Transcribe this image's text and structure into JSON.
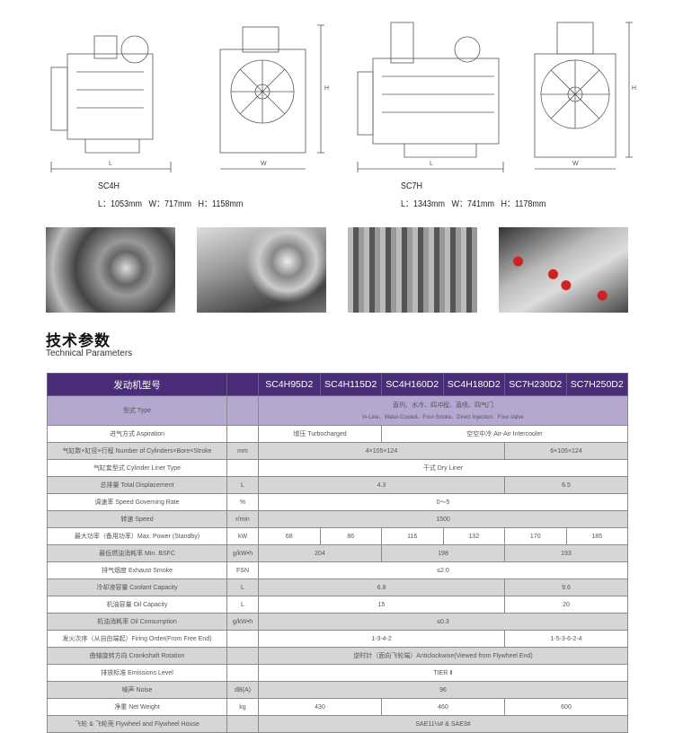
{
  "engines": [
    {
      "model": "SC4H",
      "dims": "L：1053mm   W：717mm   H：1158mm",
      "labels": {
        "l": "L",
        "w": "W",
        "h": "H"
      }
    },
    {
      "model": "SC7H",
      "dims": "L：1343mm   W：741mm   H：1178mm",
      "labels": {
        "l": "L",
        "w": "W",
        "h": "H"
      }
    }
  ],
  "section": {
    "title_cn": "技术参数",
    "title_en": "Technical Parameters"
  },
  "colors": {
    "header": "#4a2d78",
    "type_row": "#b4a8d0",
    "gray_row": "#d6d6d6"
  },
  "table": {
    "header": {
      "label": "发动机型号",
      "models": [
        "SC4H95D2",
        "SC4H115D2",
        "SC4H160D2",
        "SC4H180D2",
        "SC7H230D2",
        "SC7H250D2"
      ]
    },
    "type_row": {
      "label": "型式 Type",
      "value_cn": "直列、水冷、四冲程、直喷、四气门",
      "value_en": "In-Line、Water-Cooled、Four-Stroke、Direct Injection、Four-Valve"
    },
    "rows": [
      {
        "label": "进气方式 Aspiration",
        "unit": "",
        "cells": [
          {
            "t": "增压 Turbocharged",
            "s": 2
          },
          {
            "t": "空空中冷 Air-Air Intercooler",
            "s": 4
          }
        ]
      },
      {
        "label": "气缸数×缸径×行程 Number of Cylinders×Bore×Stroke",
        "unit": "mm",
        "cells": [
          {
            "t": "4×105×124",
            "s": 4
          },
          {
            "t": "6×105×124",
            "s": 2
          }
        ]
      },
      {
        "label": "气缸套型式 Cylinder Liner Type",
        "unit": "",
        "cells": [
          {
            "t": "干式 Dry Liner",
            "s": 6
          }
        ]
      },
      {
        "label": "总排量 Total Displacement",
        "unit": "L",
        "cells": [
          {
            "t": "4.3",
            "s": 4
          },
          {
            "t": "6.5",
            "s": 2
          }
        ]
      },
      {
        "label": "调速率 Speed Governing Rate",
        "unit": "%",
        "cells": [
          {
            "t": "0～5",
            "s": 6
          }
        ]
      },
      {
        "label": "转速 Speed",
        "unit": "r/min",
        "cells": [
          {
            "t": "1500",
            "s": 6
          }
        ]
      },
      {
        "label": "最大功率（备用功率）Max. Power (Standby)",
        "unit": "kW",
        "cells": [
          {
            "t": "68",
            "s": 1
          },
          {
            "t": "86",
            "s": 1
          },
          {
            "t": "116",
            "s": 1
          },
          {
            "t": "132",
            "s": 1
          },
          {
            "t": "170",
            "s": 1
          },
          {
            "t": "185",
            "s": 1
          }
        ]
      },
      {
        "label": "最低燃油消耗率 Min. BSFC",
        "unit": "g/kW•h",
        "cells": [
          {
            "t": "204",
            "s": 2
          },
          {
            "t": "198",
            "s": 2
          },
          {
            "t": "193",
            "s": 2
          }
        ]
      },
      {
        "label": "排气烟度 Exhaust Smoke",
        "unit": "FSN",
        "cells": [
          {
            "t": "≤2.0",
            "s": 6
          }
        ]
      },
      {
        "label": "冷却液容量 Coolant Capacity",
        "unit": "L",
        "cells": [
          {
            "t": "6.8",
            "s": 4
          },
          {
            "t": "9.6",
            "s": 2
          }
        ]
      },
      {
        "label": "机油容量 Oil Capacity",
        "unit": "L",
        "cells": [
          {
            "t": "15",
            "s": 4
          },
          {
            "t": "20",
            "s": 2
          }
        ]
      },
      {
        "label": "机油消耗率 Oil Consumption",
        "unit": "g/kW•h",
        "cells": [
          {
            "t": "≤0.3",
            "s": 6
          }
        ]
      },
      {
        "label": "发火次序（从自由端起）Firing Order(From Free End)",
        "unit": "",
        "cells": [
          {
            "t": "1-3-4-2",
            "s": 4
          },
          {
            "t": "1-5-3-6-2-4",
            "s": 2
          }
        ]
      },
      {
        "label": "曲轴旋转方向 Crankshaft Rotation",
        "unit": "",
        "cells": [
          {
            "t": "逆时针（面向飞轮端）Anticlockwise(Viewed from Flywheel End)",
            "s": 6
          }
        ]
      },
      {
        "label": "排放标准 Emissions Level",
        "unit": "",
        "cells": [
          {
            "t": "TIER Ⅱ",
            "s": 6
          }
        ]
      },
      {
        "label": "噪声 Noise",
        "unit": "dB(A)",
        "cells": [
          {
            "t": "96",
            "s": 6
          }
        ]
      },
      {
        "label": "净重 Net Weight",
        "unit": "kg",
        "cells": [
          {
            "t": "430",
            "s": 2
          },
          {
            "t": "460",
            "s": 2
          },
          {
            "t": "600",
            "s": 2
          }
        ]
      },
      {
        "label": "飞轮 & 飞轮壳 Flywheel and Flywheel House",
        "unit": "",
        "cells": [
          {
            "t": "SAE11½# & SAE3#",
            "s": 6
          }
        ]
      }
    ]
  }
}
